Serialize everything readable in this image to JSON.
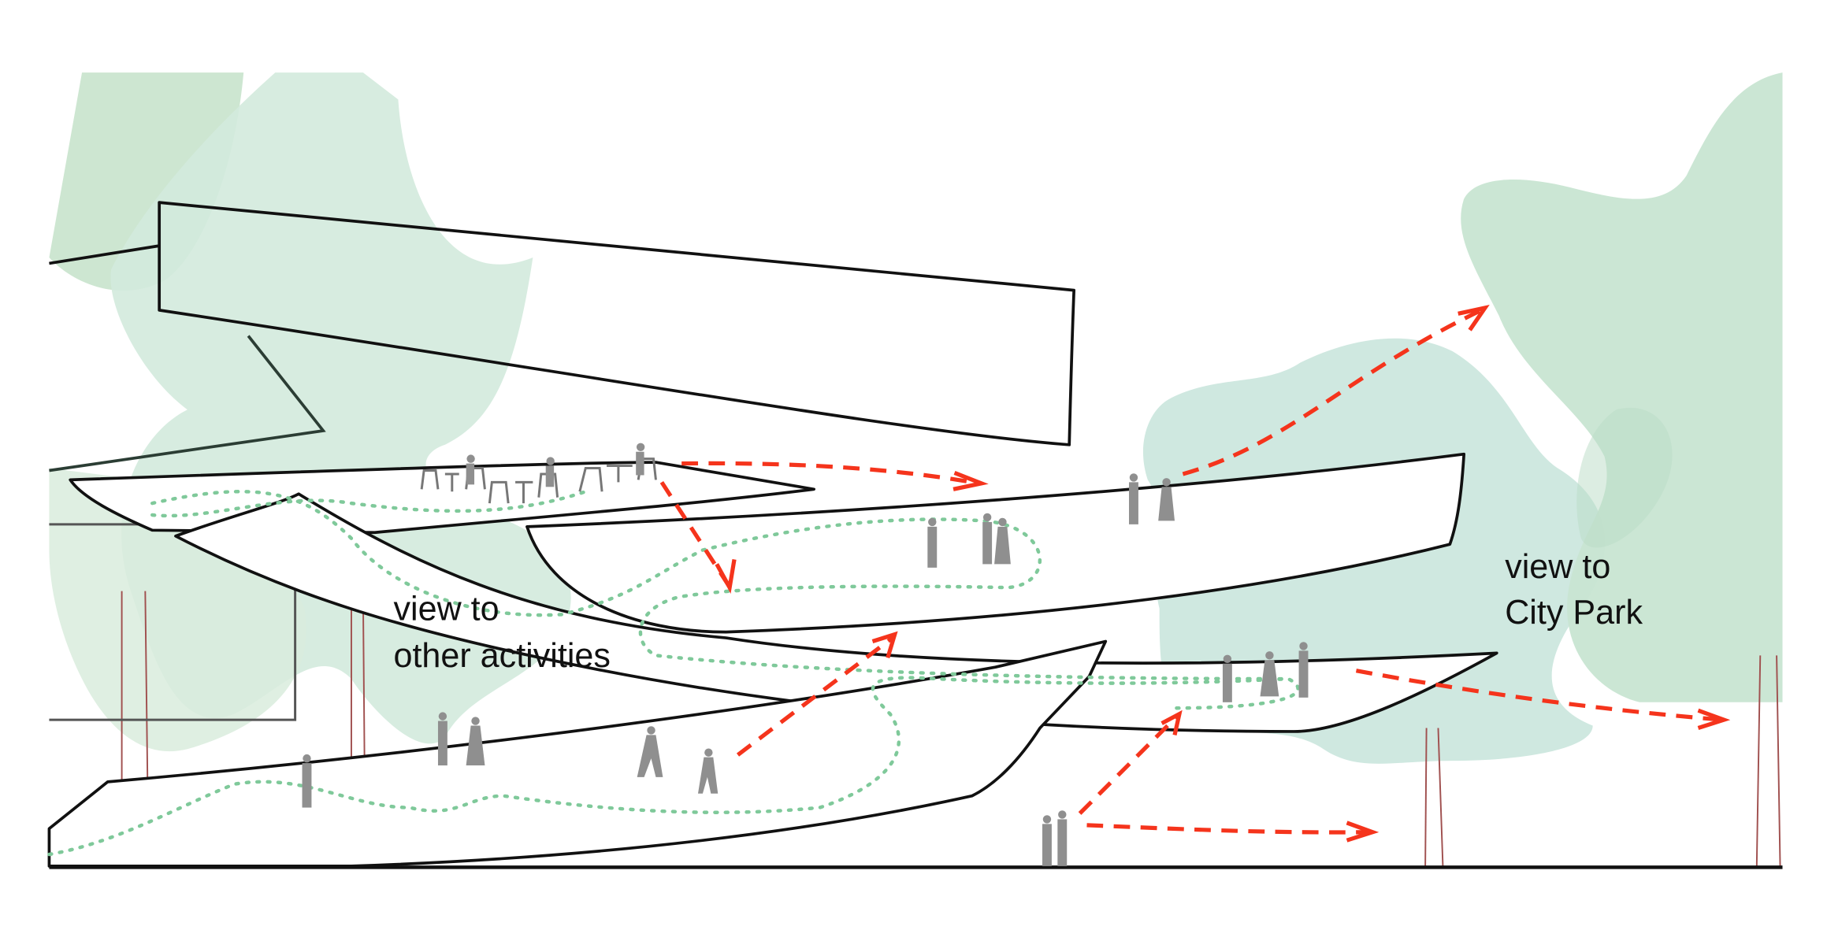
{
  "labels": {
    "other_activities_line1": "view to",
    "other_activities_line2": "other activities",
    "city_park_line1": "view to",
    "city_park_line2": "City Park"
  },
  "colors": {
    "tree_green": "#cfe7d6",
    "route_green": "#7fc99a",
    "view_arrow_red": "#f5341c",
    "outline": "#111111",
    "people_grey": "#8f8f8f"
  }
}
